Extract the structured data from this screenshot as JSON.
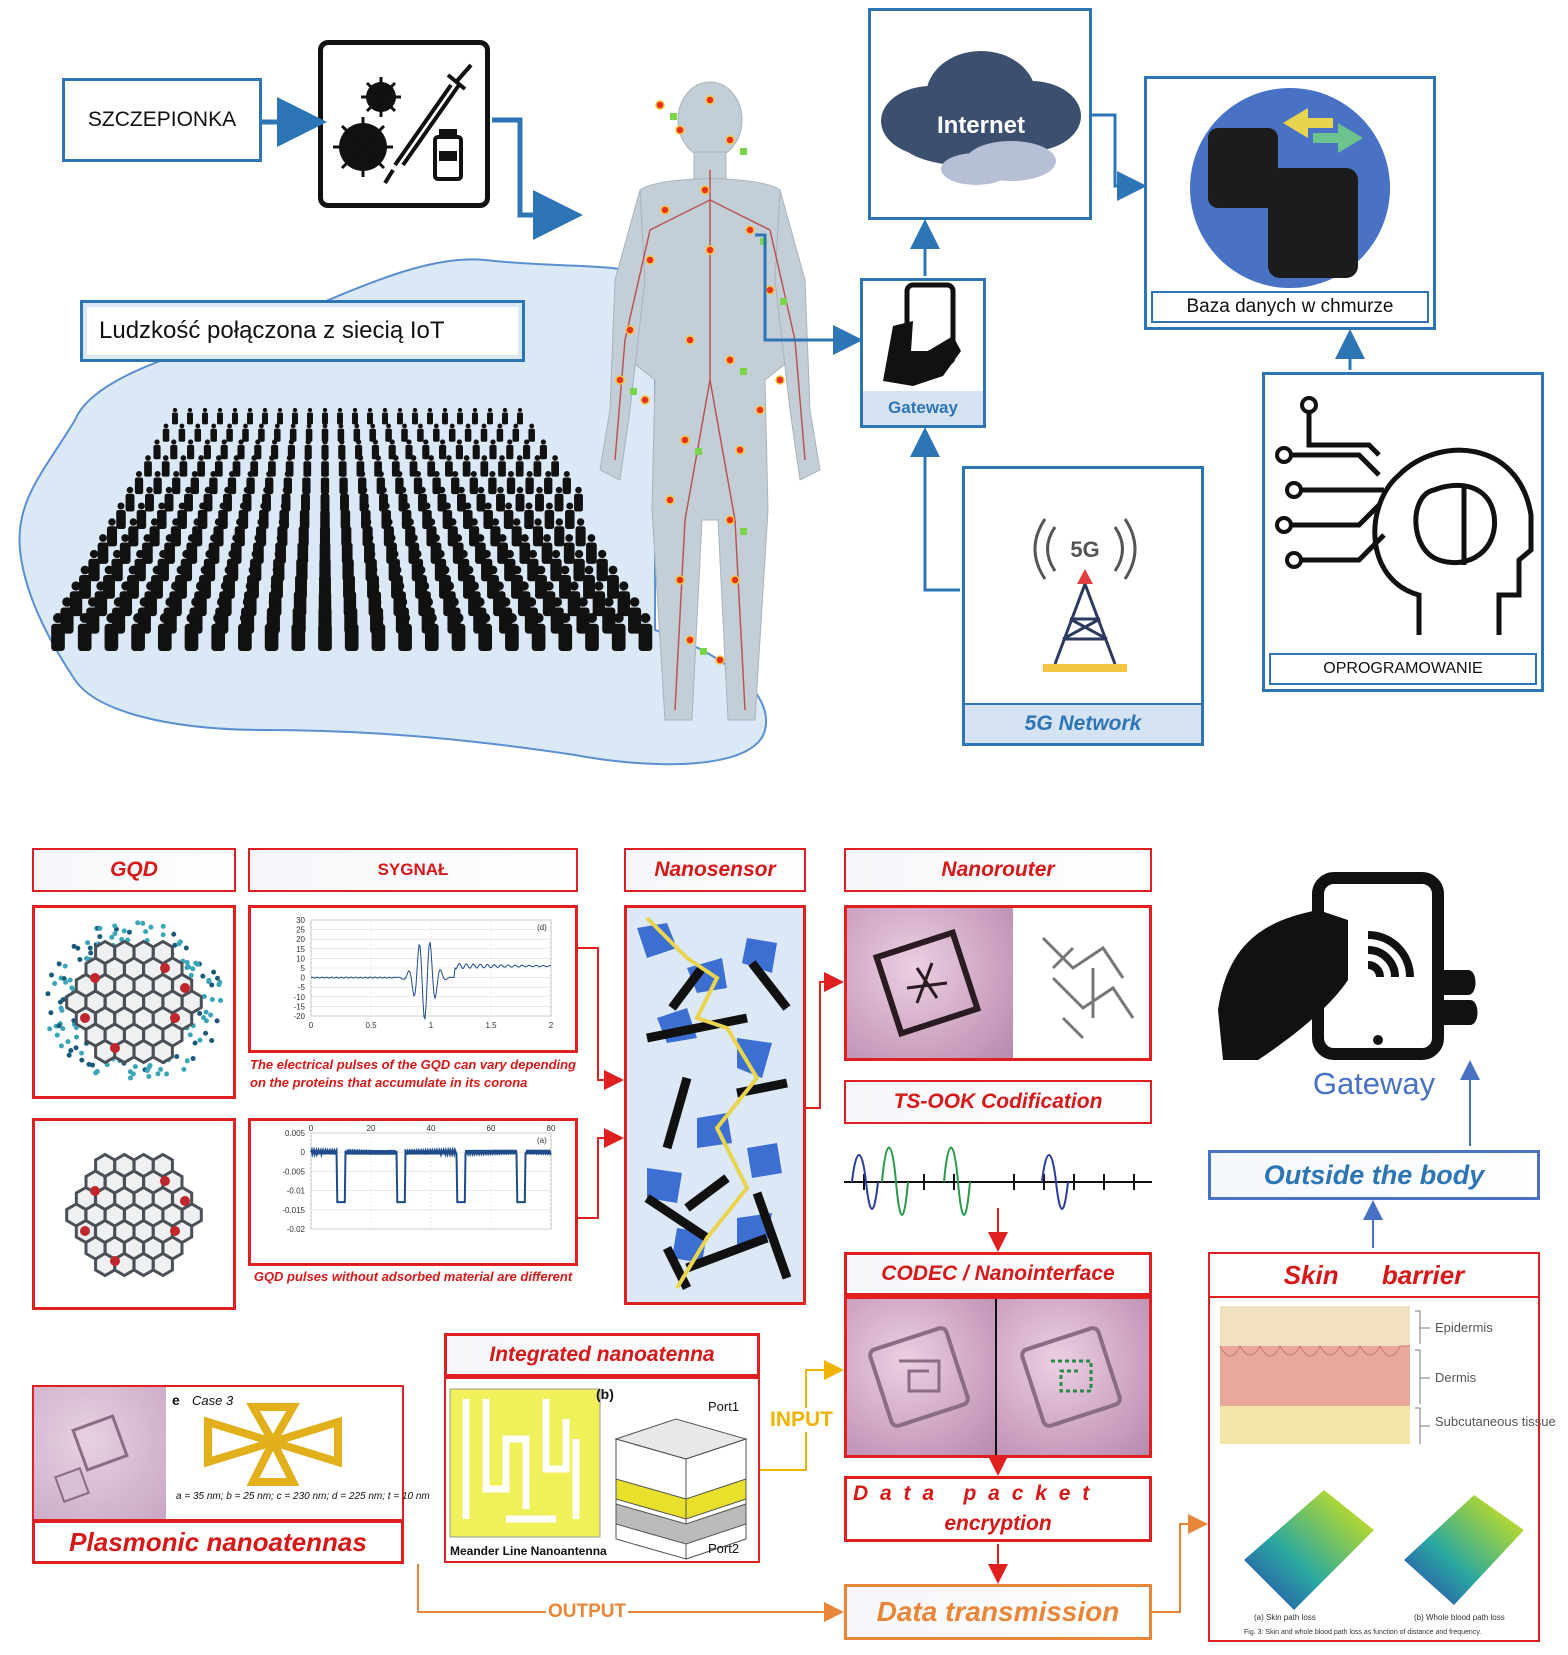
{
  "top": {
    "vaccine_label": "SZCZEPIONKA",
    "humanity_label": "Ludzkość połączona z siecią IoT",
    "internet_label": "Internet",
    "gateway_label": "Gateway",
    "network_label": "5G Network",
    "network_tower_text": "5G",
    "database_label": "Baza danych w chmurze",
    "software_label": "OPROGRAMOWANIE"
  },
  "bottom": {
    "gqd_title": "GQD",
    "signal_title": "SYGNAŁ",
    "nanosensor_title": "Nanosensor",
    "nanorouter_title": "Nanorouter",
    "signal_caption_1": "The electrical pulses of the GQD can vary depending on the proteins that accumulate in its corona",
    "signal_caption_2": "GQD pulses without adsorbed material are different",
    "plot1_label": "(d)",
    "plot2_label": "(a)",
    "tsook_title": "TS-OOK Codification",
    "codec_title": "CODEC / Nanointerface",
    "encryption_line1": "D a t a   p a c k e t",
    "encryption_line2": "encryption",
    "transmission_title": "Data transmission",
    "nanoatenna_title": "Integrated nanoatenna",
    "meander_caption": "Meander Line Nanoantenna",
    "port1": "Port1",
    "port2": "Port2",
    "plasmonic_title": "Plasmonic nanoatennas",
    "case_label": "Case 3",
    "panel_e": "e",
    "panel_b": "(b)",
    "case_params": "a = 35 nm; b = 25 nm; c = 230 nm; d = 225 nm; t = 10 nm",
    "input_label": "INPUT",
    "output_label": "OUTPUT",
    "skin_title": "Skin      barrier",
    "skin_layers": [
      "Epidermis",
      "Dermis",
      "Subcutaneous tissue"
    ],
    "skin_fig_caption": "Fig. 3: Skin and whole blood path loss as function of distance and frequency.",
    "skin_sub_a": "(a) Skin path loss",
    "skin_sub_b": "(b) Whole blood path loss",
    "outside_title": "Outside the body",
    "gateway_label": "Gateway"
  },
  "chart_data": [
    {
      "type": "line",
      "title": "",
      "x": [
        0,
        0.5,
        1,
        1.5,
        2
      ],
      "xlim": [
        0,
        2
      ],
      "ylim": [
        -20,
        30
      ],
      "yticks": [
        30,
        25,
        20,
        15,
        10,
        5,
        0,
        -5,
        -10,
        -15,
        -20
      ],
      "xticks": [
        "0",
        "0.5",
        "1",
        "1.5",
        "2"
      ]
    },
    {
      "type": "line",
      "title": "",
      "xlim": [
        0,
        80
      ],
      "ylim": [
        -0.02,
        0.005
      ],
      "yticks": [
        "0.005",
        "0",
        "-0.005",
        "-0.01",
        "-0.015",
        "-0.02"
      ],
      "xticks": [
        "0",
        "20",
        "40",
        "60",
        "80"
      ]
    }
  ],
  "colors": {
    "blue_border": "#2e75b6",
    "red_border": "#e02020",
    "orange_arrow": "#e8873a",
    "yellow_arrow": "#f0b400"
  }
}
